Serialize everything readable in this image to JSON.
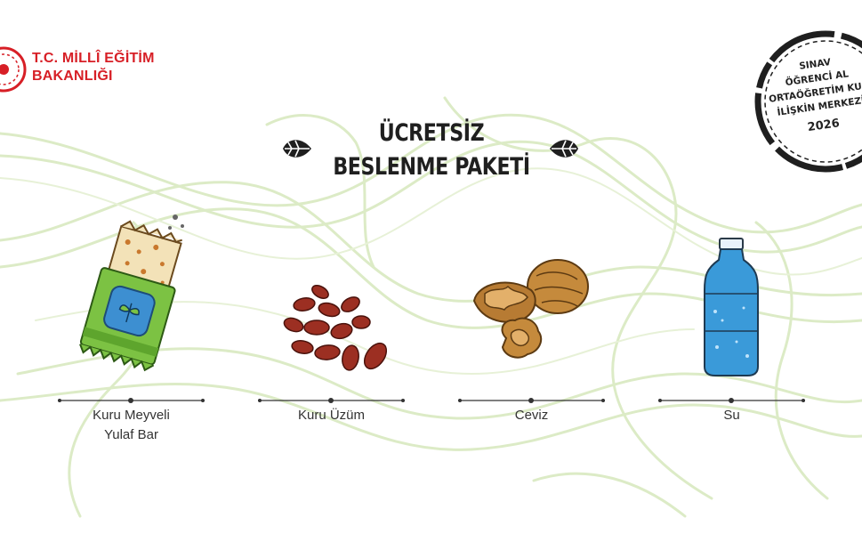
{
  "logo": {
    "line1": "T.C. MİLLÎ EĞİTİM",
    "line2": "BAKANLIĞI",
    "brand_color": "#d71f26"
  },
  "title": {
    "line1": "ÜCRETSİZ",
    "line2": "BESLENME PAKETİ"
  },
  "stamp": {
    "lines": [
      "SINAV",
      "ÖĞRENCİ AL",
      "ORTAÖĞRETİM KUR",
      "İLİŞKİN MERKEZİ"
    ],
    "year": "2026"
  },
  "items": [
    {
      "icon": "oat-bar-icon",
      "label_line1": "Kuru Meyveli",
      "label_line2": "Yulaf Bar"
    },
    {
      "icon": "raisins-icon",
      "label_line1": "Kuru Üzüm",
      "label_line2": ""
    },
    {
      "icon": "walnut-icon",
      "label_line1": "Ceviz",
      "label_line2": ""
    },
    {
      "icon": "water-bottle-icon",
      "label_line1": "Su",
      "label_line2": ""
    }
  ],
  "colors": {
    "wave": "#dcebc6",
    "bar_green": "#7cc243",
    "water_blue": "#3a9ad9",
    "raisin": "#9c2f22",
    "walnut": "#c58a3c"
  }
}
